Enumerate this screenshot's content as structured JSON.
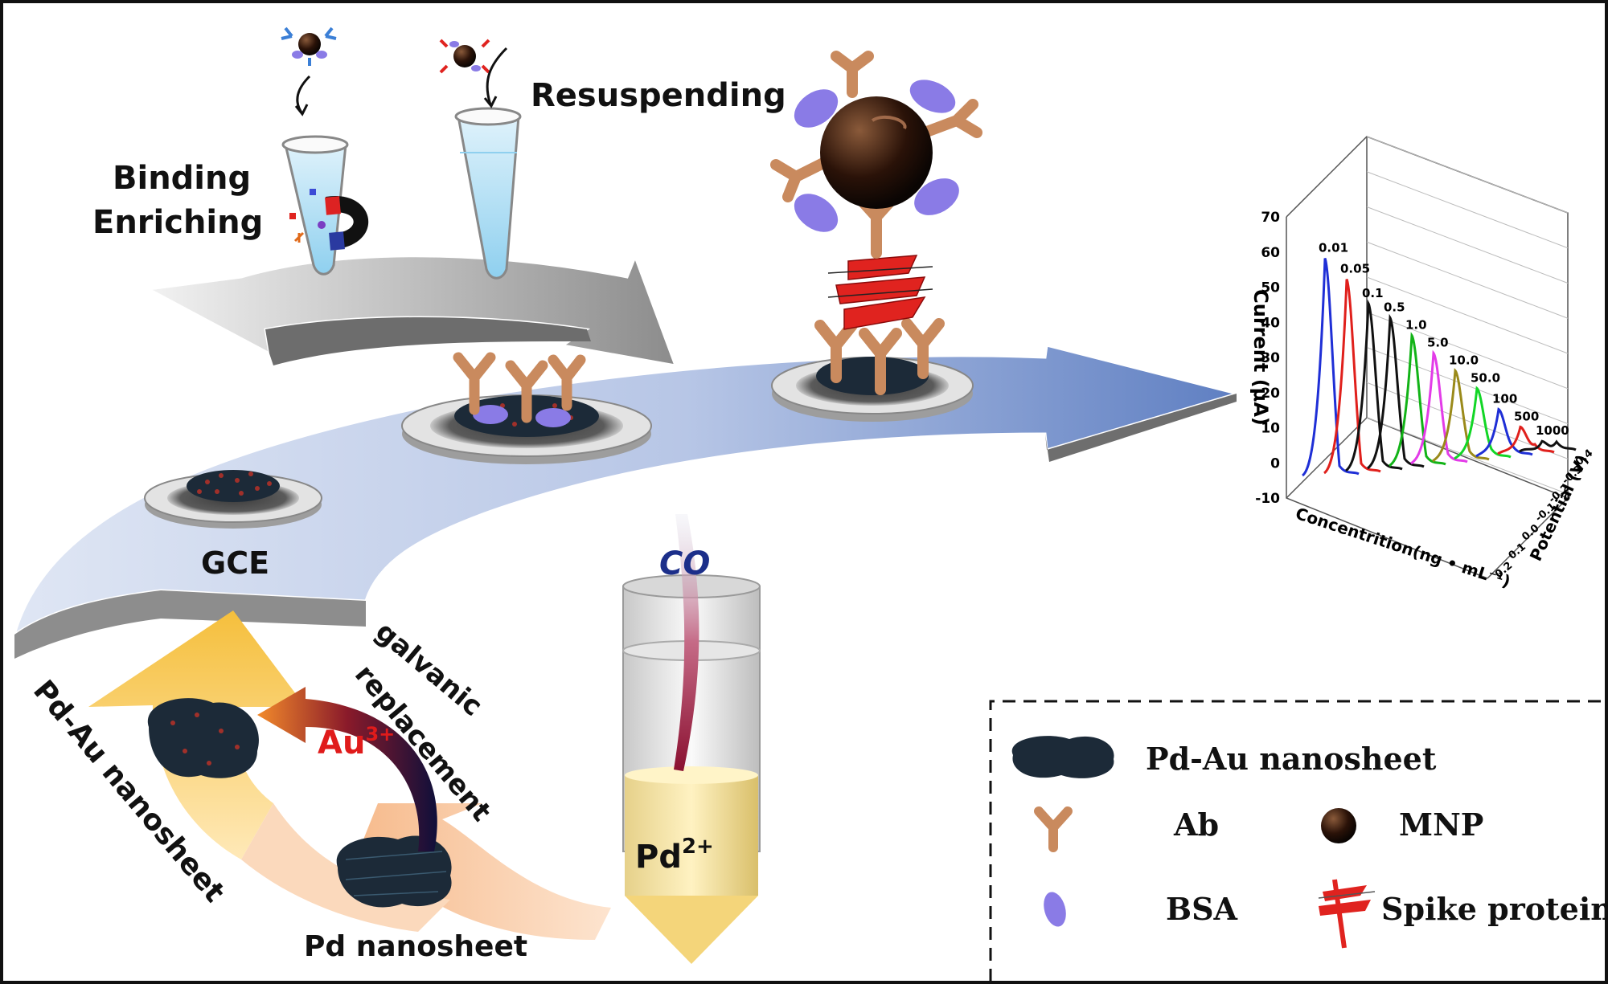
{
  "labels": {
    "binding": "Binding",
    "enriching": "Enriching",
    "resuspending": "Resuspending",
    "gce": "GCE",
    "co": "CO",
    "pd_ion": "Pd",
    "pd_ion_charge": "2+",
    "au_ion": "Au",
    "au_ion_charge": "3+",
    "galvanic": "galvanic",
    "replacement": "replacement",
    "pdau_nanosheet_curved": "Pd-Au nanosheet",
    "pd_nanosheet": "Pd nanosheet"
  },
  "legend": {
    "items": [
      {
        "key": "pdau",
        "label": "Pd-Au nanosheet"
      },
      {
        "key": "ab",
        "label": "Ab"
      },
      {
        "key": "mnp",
        "label": "MNP"
      },
      {
        "key": "bsa",
        "label": "BSA"
      },
      {
        "key": "spike",
        "label": "Spike protein"
      }
    ]
  },
  "colors": {
    "arrow_blue": "#7f9bd0",
    "arrow_gray": "#9a9a9a",
    "arrow_yellow": "#f6c64a",
    "arrow_peach": "#f7c49a",
    "antibody": "#c98a5e",
    "bsa": "#8a7be6",
    "spike": "#e0231f",
    "au_text": "#e01b1b",
    "co_text": "#1c2f8a"
  },
  "chart_data": {
    "type": "line",
    "ylabel": "Current (μA)",
    "xlabel": "Concentrition(ng • mL⁻¹)",
    "zlabel": "Potential (V)",
    "y_ticks": [
      "-10",
      "0",
      "10",
      "20",
      "30",
      "40",
      "50",
      "60",
      "70"
    ],
    "z_ticks": [
      "0.4",
      "-0.3",
      "-0.2",
      "-0.1",
      "0.0",
      "0.1",
      "0.2"
    ],
    "ylim": [
      -10,
      70
    ],
    "series": [
      {
        "name": "0.01",
        "peak": 67,
        "color": "#1f2fd6"
      },
      {
        "name": "0.05",
        "peak": 60,
        "color": "#e0201c"
      },
      {
        "name": "0.1",
        "peak": 52,
        "color": "#111111"
      },
      {
        "name": "0.5",
        "peak": 47,
        "color": "#111111"
      },
      {
        "name": "1.0",
        "peak": 41,
        "color": "#12b317"
      },
      {
        "name": "5.0",
        "peak": 35,
        "color": "#e33be8"
      },
      {
        "name": "10.0",
        "peak": 29,
        "color": "#9a8a1a"
      },
      {
        "name": "50.0",
        "peak": 23,
        "color": "#12d626"
      },
      {
        "name": "100",
        "peak": 16,
        "color": "#1f2fd6"
      },
      {
        "name": "500",
        "peak": 10,
        "color": "#e0201c"
      },
      {
        "name": "1000",
        "peak": 5,
        "color": "#111111"
      }
    ]
  }
}
